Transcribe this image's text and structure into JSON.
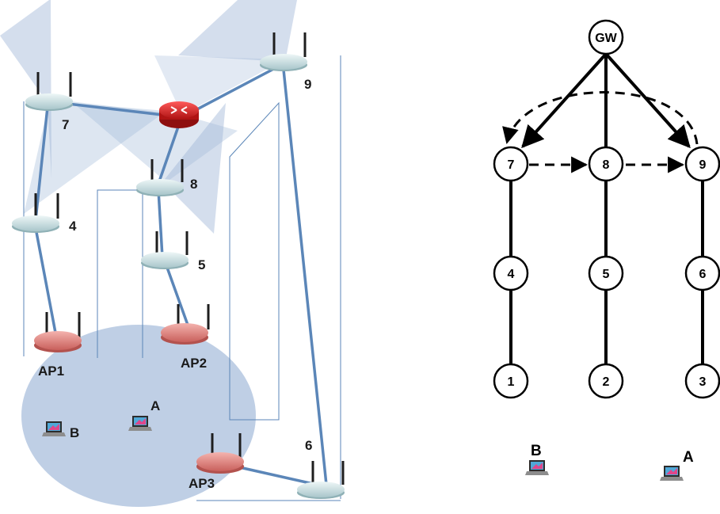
{
  "left_diagram": {
    "device_labels": {
      "n7": "7",
      "n8": "8",
      "n9": "9",
      "n4": "4",
      "n5": "5",
      "n6": "6",
      "ap1": "AP1",
      "ap2": "AP2",
      "ap3": "AP3"
    },
    "client_labels": {
      "a": "A",
      "b": "B"
    },
    "colors": {
      "link": "#5b86b8",
      "coverage": "#9fb6d6",
      "router": "#d62a2a",
      "mesh_node": "#c9dfe2",
      "access_point": "#e28a86"
    }
  },
  "right_diagram": {
    "gateway": "GW",
    "tier1": [
      "7",
      "8",
      "9"
    ],
    "tier2": [
      "4",
      "5",
      "6"
    ],
    "tier3": [
      "1",
      "2",
      "3"
    ],
    "client_labels": {
      "b": "B",
      "a": "A"
    },
    "colors": {
      "edge": "#000000",
      "node_fill": "#ffffff"
    }
  }
}
